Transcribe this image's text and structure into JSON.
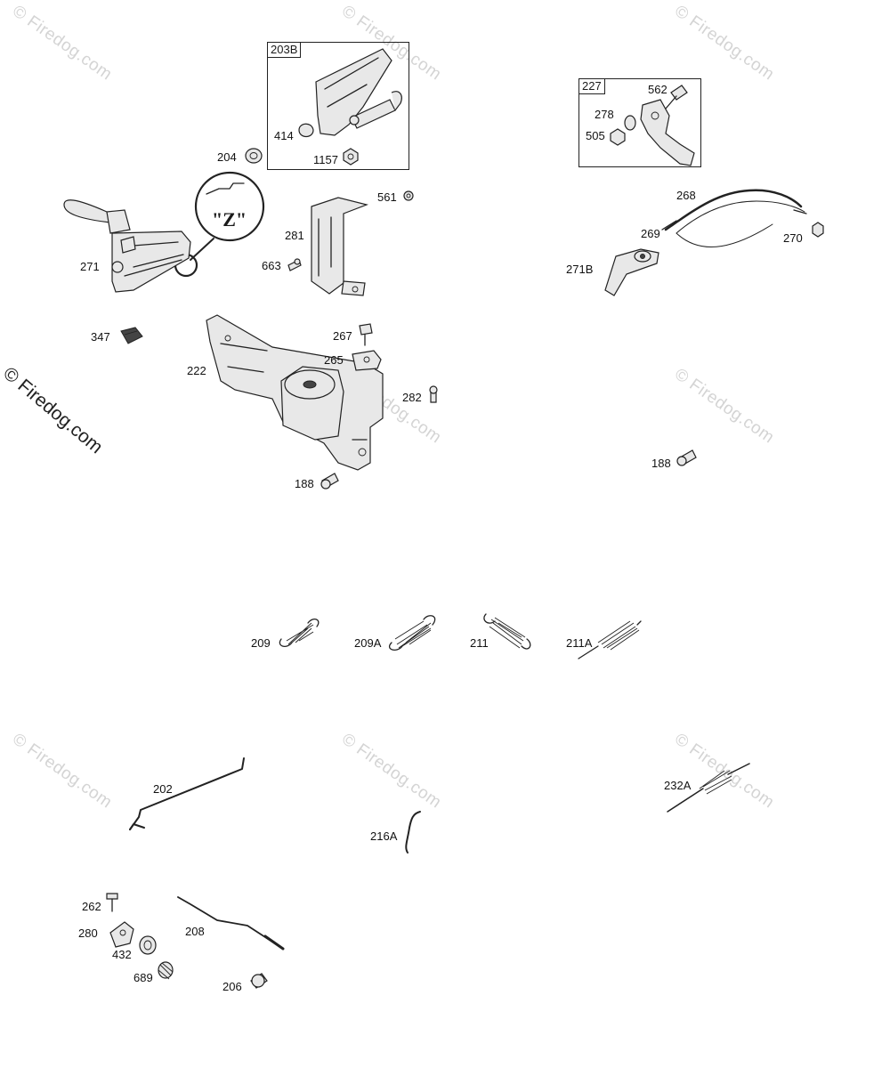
{
  "watermark": "© Firedog.com",
  "callout": "\"Z\"",
  "boxes": {
    "b203": "203B",
    "b227": "227"
  },
  "labels": {
    "p204": "204",
    "p414": "414",
    "p1157": "1157",
    "p561": "561",
    "p281": "281",
    "p663": "663",
    "p271": "271",
    "p347": "347",
    "p267": "267",
    "p265": "265",
    "p222": "222",
    "p282": "282",
    "p188a": "188",
    "p562": "562",
    "p278": "278",
    "p505": "505",
    "p268": "268",
    "p269": "269",
    "p270": "270",
    "p271b": "271B",
    "p188b": "188",
    "p209": "209",
    "p209a": "209A",
    "p211": "211",
    "p211a": "211A",
    "p202": "202",
    "p216a": "216A",
    "p232a": "232A",
    "p262": "262",
    "p280": "280",
    "p208": "208",
    "p432": "432",
    "p689": "689",
    "p206": "206"
  }
}
